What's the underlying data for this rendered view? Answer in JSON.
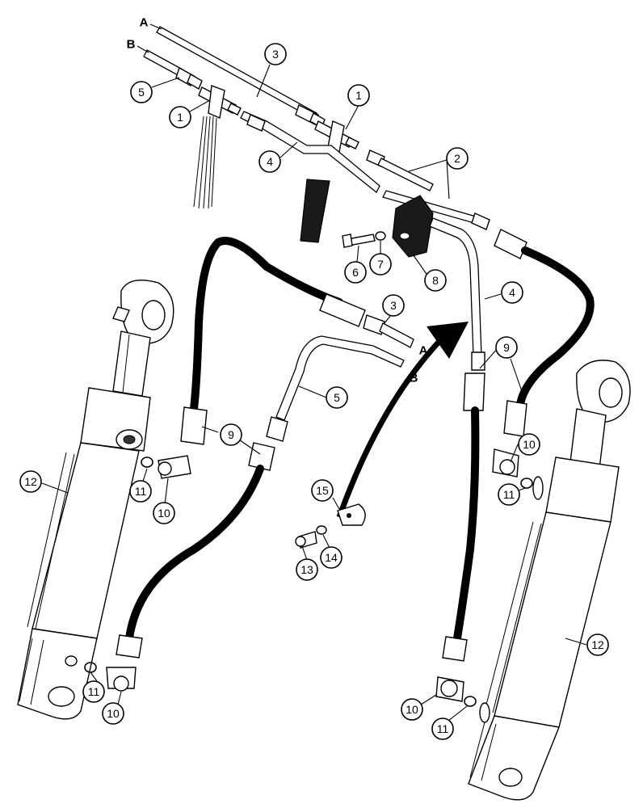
{
  "diagram": {
    "tube_end_letters": [
      "A",
      "B",
      "A",
      "B"
    ],
    "callouts": [
      {
        "id": "c1a",
        "label": "1"
      },
      {
        "id": "c1b",
        "label": "1"
      },
      {
        "id": "c2",
        "label": "2"
      },
      {
        "id": "c3a",
        "label": "3"
      },
      {
        "id": "c3b",
        "label": "3"
      },
      {
        "id": "c4a",
        "label": "4"
      },
      {
        "id": "c4b",
        "label": "4"
      },
      {
        "id": "c5a",
        "label": "5"
      },
      {
        "id": "c5b",
        "label": "5"
      },
      {
        "id": "c6",
        "label": "6"
      },
      {
        "id": "c7",
        "label": "7"
      },
      {
        "id": "c8",
        "label": "8"
      },
      {
        "id": "c9a",
        "label": "9"
      },
      {
        "id": "c9b",
        "label": "9"
      },
      {
        "id": "c10a",
        "label": "10"
      },
      {
        "id": "c10b",
        "label": "10"
      },
      {
        "id": "c10c",
        "label": "10"
      },
      {
        "id": "c11a",
        "label": "11"
      },
      {
        "id": "c11b",
        "label": "11"
      },
      {
        "id": "c11c",
        "label": "11"
      },
      {
        "id": "c12a",
        "label": "12"
      },
      {
        "id": "c12b",
        "label": "12"
      },
      {
        "id": "c13",
        "label": "13"
      },
      {
        "id": "c14",
        "label": "14"
      },
      {
        "id": "c15",
        "label": "15"
      }
    ]
  }
}
